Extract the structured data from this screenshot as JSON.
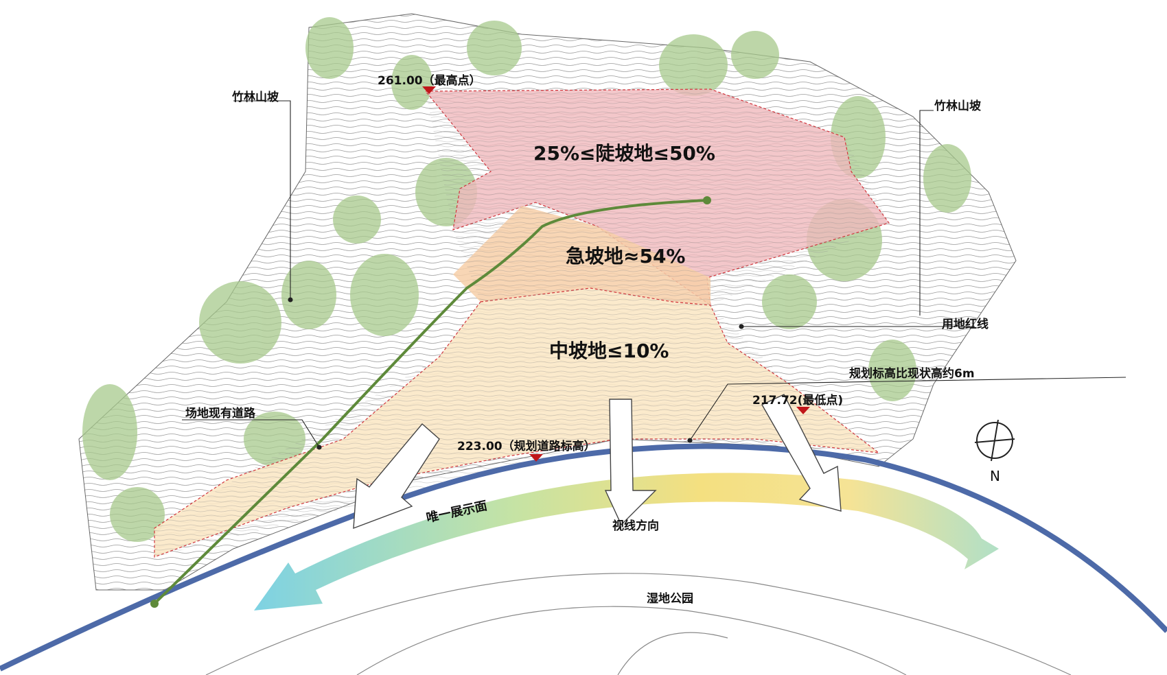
{
  "zones": {
    "steep": "25%≤陡坡地≤50%",
    "sharp": "急坡地≈54%",
    "medium": "中坡地≤10%"
  },
  "annotations": {
    "bamboo_left": "竹林山坡",
    "bamboo_right": "竹林山坡",
    "site_boundary": "用地红线",
    "planned_elevation_note": "规划标高比现状高约6m",
    "existing_road": "场地现有道路",
    "view_direction": "视线方向",
    "unique_frontage": "唯一展示面",
    "wetland_park": "湿地公园"
  },
  "elevations": {
    "highest": "261.00（最高点）",
    "lowest": "217.72(最低点)",
    "road": "223.00（规划道路标高）"
  },
  "compass": {
    "north": "N"
  },
  "colors": {
    "steep_zone": "#f0b9bd",
    "sharp_zone": "#f7cfa8",
    "medium_zone": "#fbe8c6",
    "road": "#4d6aa8",
    "existing_road": "#5e8a3a",
    "marker": "#c0161a"
  }
}
